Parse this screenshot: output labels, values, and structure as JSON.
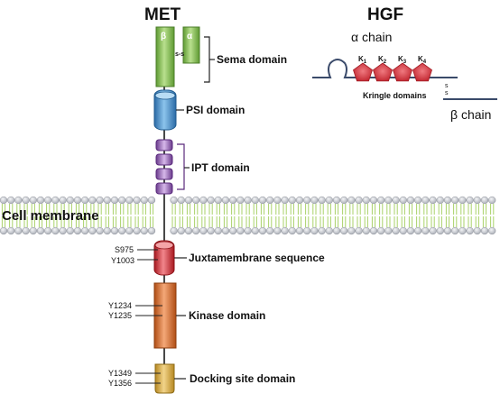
{
  "met": {
    "title": "MET",
    "beta_symbol": "β",
    "alpha_symbol": "α",
    "disulfide": "s-s",
    "labels": {
      "sema": "Sema domain",
      "psi": "PSI domain",
      "ipt": "IPT domain",
      "juxtamembrane": "Juxtamembrane sequence",
      "kinase": "Kinase domain",
      "docking": "Docking site domain"
    },
    "sites": {
      "s975": "S975",
      "y1003": "Y1003",
      "y1234": "Y1234",
      "y1235": "Y1235",
      "y1349": "Y1349",
      "y1356": "Y1356"
    }
  },
  "membrane": {
    "label": "Cell membrane"
  },
  "hgf": {
    "title": "HGF",
    "alpha_chain": "α chain",
    "beta_chain": "β chain",
    "kringle_label": "Kringle domains",
    "disulfide_top": "s",
    "disulfide_bottom": "s",
    "kringles": [
      {
        "k": "K",
        "sub": "1"
      },
      {
        "k": "K",
        "sub": "2"
      },
      {
        "k": "K",
        "sub": "3"
      },
      {
        "k": "K",
        "sub": "4"
      }
    ]
  },
  "colors": {
    "sema_green": "#7ab648",
    "psi_blue": "#3a86c0",
    "ipt_purple": "#8a58a8",
    "jm_red": "#d8323c",
    "kinase_orange": "#d86a28",
    "docking_gold": "#d6a838",
    "kringle_red": "#d83a44",
    "hgf_line": "#3a4a6a",
    "membrane_green": "#a9d26a",
    "membrane_head": "#c9ccd2"
  }
}
